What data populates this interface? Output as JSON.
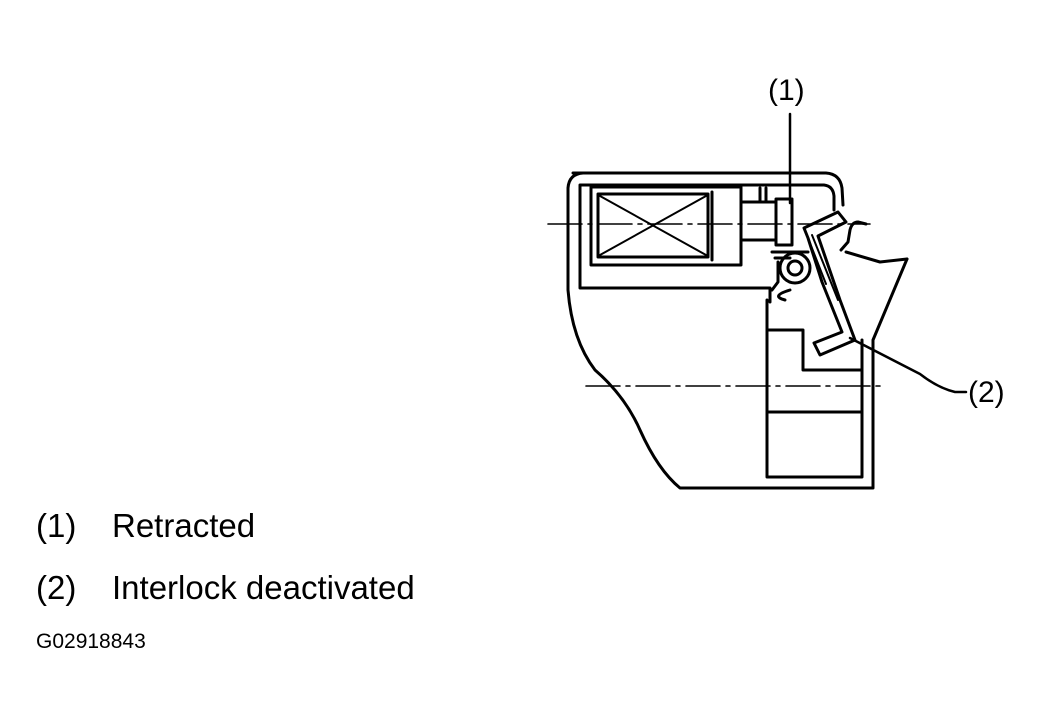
{
  "callouts": [
    {
      "id": "1",
      "text": "(1)"
    },
    {
      "id": "2",
      "text": "(2)"
    }
  ],
  "legend": [
    {
      "number": "(1)",
      "text": "Retracted"
    },
    {
      "number": "(2)",
      "text": "Interlock deactivated"
    }
  ],
  "figure_code": "G02918843",
  "colors": {
    "ink": "#000000",
    "paper": "#ffffff"
  }
}
